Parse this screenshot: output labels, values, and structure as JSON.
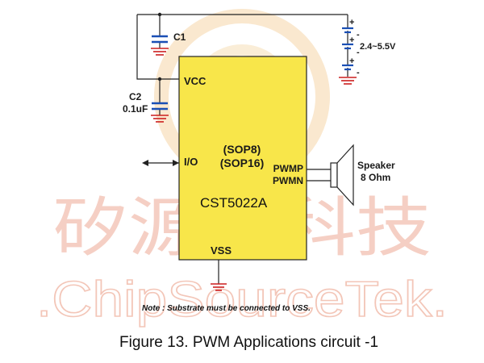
{
  "watermark": {
    "chinese": "矽源特科技",
    "english": ".ChipSourceTek."
  },
  "chip": {
    "package_line1": "(SOP8)",
    "package_line2": "(SOP16)",
    "name": "CST5022A",
    "pin_vcc": "VCC",
    "pin_io": "I/O",
    "pin_pwmp": "PWMP",
    "pin_pwmn": "PWMN",
    "pin_vss": "VSS",
    "fill_color": "#f8e64a"
  },
  "components": {
    "c1_label": "C1",
    "c2_label": "C2",
    "c2_value": "0.1uF",
    "battery_voltage": "2.4~5.5V",
    "plus_sign": "+",
    "minus_sign": "-",
    "speaker_label": "Speaker",
    "speaker_impedance": "8 Ohm"
  },
  "note": "Note : Substrate must be connected to VSS.",
  "caption": "Figure 13.  PWM Applications circuit -1",
  "colors": {
    "wire": "#222222",
    "capacitor": "#1a4fb5",
    "ground": "#cc1f1f",
    "watermark": "#f5cfc4"
  }
}
